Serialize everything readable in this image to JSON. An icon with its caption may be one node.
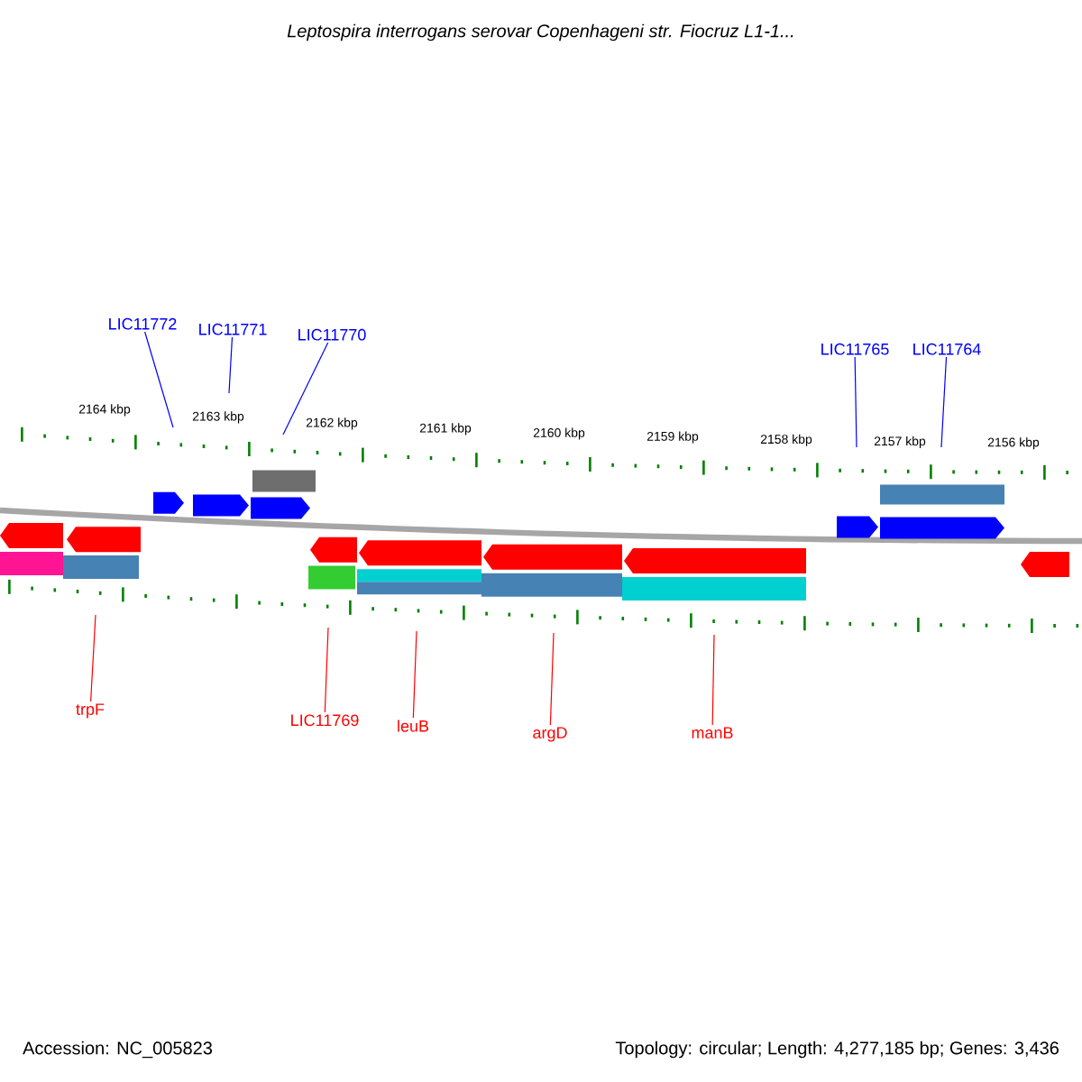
{
  "diagram": {
    "title": "Leptospira interrogans serovar Copenhageni str. Fiocruz L1-1...",
    "nodes": [
      {
        "text": [
          "LIC11772"
        ]
      },
      {
        "text": [
          "LIC11771"
        ]
      },
      {
        "text": [
          "LIC11770"
        ]
      },
      {
        "text": [
          "LIC11765"
        ]
      },
      {
        "text": [
          "LIC11764"
        ]
      },
      {
        "text": [
          "trpF"
        ]
      },
      {
        "text": [
          "LIC11769"
        ]
      },
      {
        "text": [
          "leuB"
        ]
      },
      {
        "text": [
          "argD"
        ]
      },
      {
        "text": [
          "manB"
        ]
      }
    ],
    "edges": [
      {
        "from": 0,
        "to": null,
        "arrow": "none",
        "color": "#0000ff"
      },
      {
        "from": 1,
        "to": null,
        "arrow": "none",
        "color": "#0000ff"
      },
      {
        "from": 2,
        "to": null,
        "arrow": "none",
        "color": "#0000ff"
      },
      {
        "from": 3,
        "to": null,
        "arrow": "none",
        "color": "#0000ff"
      },
      {
        "from": 4,
        "to": null,
        "arrow": "none",
        "color": "#0000ff"
      },
      {
        "from": 5,
        "to": null,
        "arrow": "none",
        "color": "#ff0000"
      },
      {
        "from": 6,
        "to": null,
        "arrow": "none",
        "color": "#ff0000"
      },
      {
        "from": 7,
        "to": null,
        "arrow": "none",
        "color": "#ff0000"
      },
      {
        "from": 8,
        "to": null,
        "arrow": "none",
        "color": "#ff0000"
      },
      {
        "from": 9,
        "to": null,
        "arrow": "none",
        "color": "#ff0000"
      }
    ],
    "labels": [
      "2164 kbp",
      "2163 kbp",
      "2162 kbp",
      "2161 kbp",
      "2160 kbp",
      "2159 kbp",
      "2158 kbp",
      "2157 kbp",
      "2156 kbp",
      "Accession: NC_005823",
      "Topology: circular; Length: 4,277,185 bp; Genes: 3,436"
    ]
  }
}
